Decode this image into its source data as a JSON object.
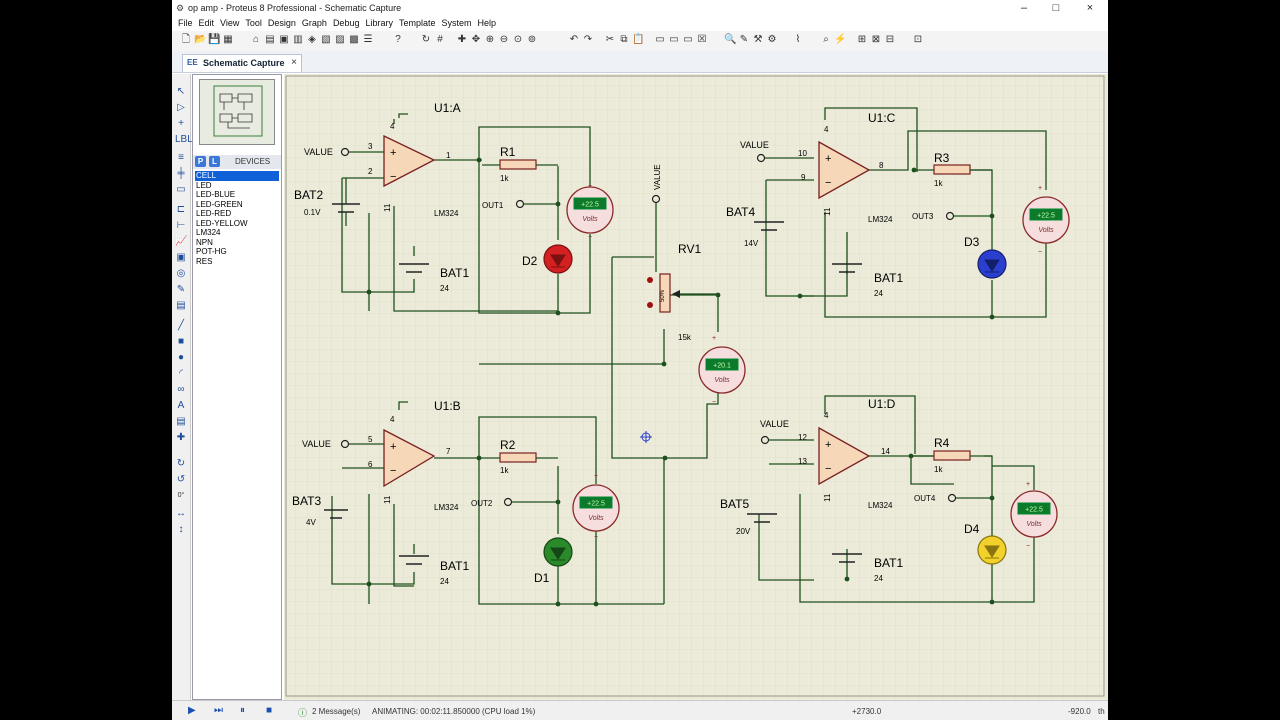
{
  "window": {
    "title": "op amp - Proteus 8 Professional - Schematic Capture",
    "controls": {
      "minimize": "–",
      "maximize": "□",
      "close": "×"
    }
  },
  "menu": [
    "File",
    "Edit",
    "View",
    "Tool",
    "Design",
    "Graph",
    "Debug",
    "Library",
    "Template",
    "System",
    "Help"
  ],
  "tab": {
    "label": "Schematic Capture",
    "close": "×",
    "icon": "EE"
  },
  "devices": {
    "header": "DEVICES",
    "p_button": "P",
    "l_button": "L",
    "items": [
      "CELL",
      "LED",
      "LED-BLUE",
      "LED-GREEN",
      "LED-RED",
      "LED-YELLOW",
      "LM324",
      "NPN",
      "POT-HG",
      "RES"
    ],
    "selected": "CELL"
  },
  "rotation": "0°",
  "status": {
    "messages": "2 Message(s)",
    "animating": "ANIMATING: 00:02:11.850000 (CPU load 1%)",
    "x": "+2730.0",
    "y": "-920.0",
    "th": "th"
  },
  "schematic": {
    "u1a": {
      "ref": "U1:A",
      "part": "LM324",
      "pin_p": "3",
      "pin_n": "2",
      "pin_out": "1",
      "pin_v4": "4",
      "pin_v11": "11",
      "input": "VALUE"
    },
    "u1b": {
      "ref": "U1:B",
      "part": "LM324",
      "pin_p": "5",
      "pin_n": "6",
      "pin_out": "7",
      "pin_v4": "4",
      "pin_v11": "11",
      "input": "VALUE"
    },
    "u1c": {
      "ref": "U1:C",
      "part": "LM324",
      "pin_p": "10",
      "pin_n": "9",
      "pin_out": "8",
      "pin_v4": "4",
      "pin_v11": "11",
      "input": "VALUE"
    },
    "u1d": {
      "ref": "U1:D",
      "part": "LM324",
      "pin_p": "12",
      "pin_n": "13",
      "pin_out": "14",
      "pin_v4": "4",
      "pin_v11": "11",
      "input": "VALUE"
    },
    "r1": {
      "ref": "R1",
      "value": "1k"
    },
    "r2": {
      "ref": "R2",
      "value": "1k"
    },
    "r3": {
      "ref": "R3",
      "value": "1k"
    },
    "r4": {
      "ref": "R4",
      "value": "1k"
    },
    "bat2": {
      "ref": "BAT2",
      "value": "0.1V"
    },
    "bat3": {
      "ref": "BAT3",
      "value": "4V"
    },
    "bat4": {
      "ref": "BAT4",
      "value": "14V"
    },
    "bat5": {
      "ref": "BAT5",
      "value": "20V"
    },
    "bat1_a": {
      "ref": "BAT1",
      "value": "24"
    },
    "bat1_b": {
      "ref": "BAT1",
      "value": "24"
    },
    "bat1_c": {
      "ref": "BAT1",
      "value": "24"
    },
    "bat1_d": {
      "ref": "BAT1",
      "value": "24"
    },
    "d1": {
      "ref": "D1",
      "color": "#2a8a2a"
    },
    "d2": {
      "ref": "D2",
      "color": "#d42020"
    },
    "d3": {
      "ref": "D3",
      "color": "#2a3fd0"
    },
    "d4": {
      "ref": "D4",
      "color": "#f2d22a"
    },
    "out1": "OUT1",
    "out2": "OUT2",
    "out3": "OUT3",
    "out4": "OUT4",
    "rv1": {
      "ref": "RV1",
      "value": "15k",
      "input": "VALUE",
      "percent": "50%"
    },
    "vm1": {
      "reading": "+22.5",
      "unit": "Volts",
      "plus": "+",
      "minus": "−"
    },
    "vm2": {
      "reading": "+22.5",
      "unit": "Volts",
      "plus": "+",
      "minus": "−"
    },
    "vm3": {
      "reading": "+22.5",
      "unit": "Volts",
      "plus": "+",
      "minus": "−"
    },
    "vm4": {
      "reading": "+22.5",
      "unit": "Volts",
      "plus": "+",
      "minus": "−"
    },
    "vm5": {
      "reading": "+20.1",
      "unit": "Volts",
      "plus": "+",
      "minus": "−"
    }
  }
}
